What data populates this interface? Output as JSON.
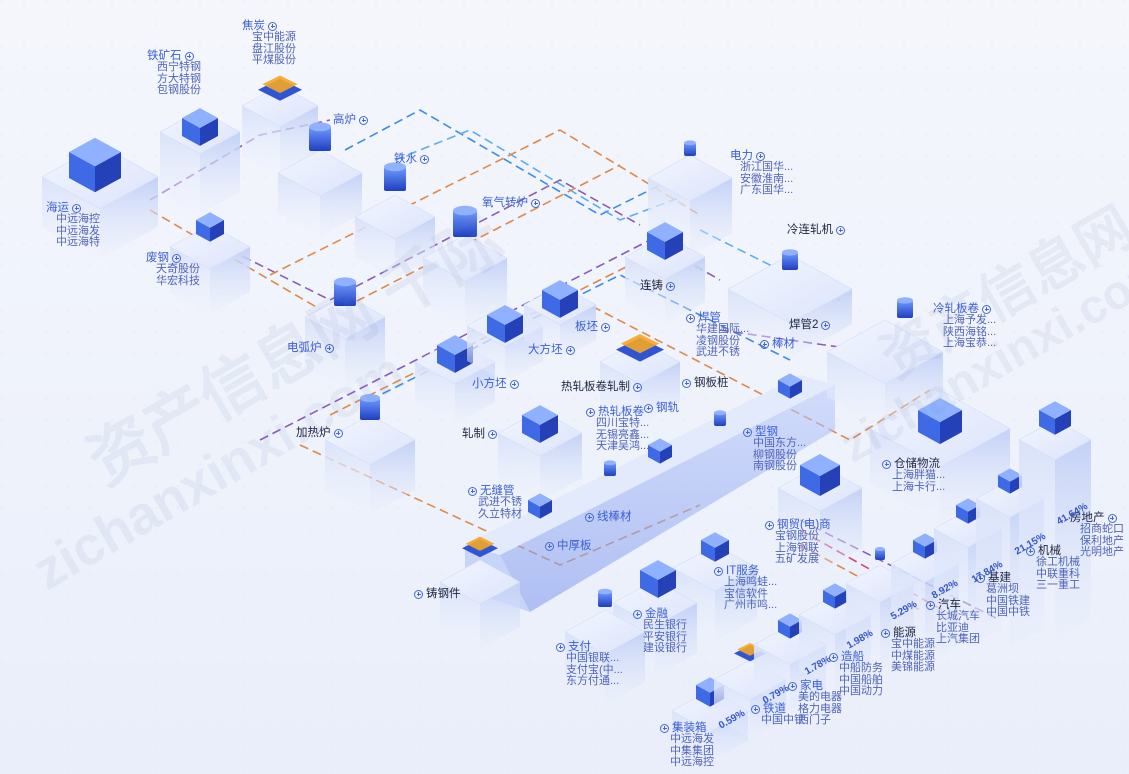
{
  "colors": {
    "background": "#eef2fb",
    "block_top": "#e7ecfb",
    "block_side": "#c9d6f7",
    "accent_blue": "#2f55d4",
    "line_orange": "#e0884a",
    "line_purple": "#8a5bb8",
    "line_blue": "#3d8be8",
    "label_text": "#2a3f8f"
  },
  "watermark": [
    "资产信息网 千际",
    "zichanxinxi.com",
    "资产信息网 千",
    "zichanxinxi.com"
  ],
  "nodes": [
    {
      "id": "haiyun",
      "title": "海运",
      "companies": [
        "中远海控",
        "中远海发",
        "中远海特"
      ]
    },
    {
      "id": "tiekuangshi",
      "title": "铁矿石",
      "companies": [
        "西宁特钢",
        "方大特钢",
        "包钢股份"
      ]
    },
    {
      "id": "jiaotan",
      "title": "焦炭",
      "companies": [
        "宝中能源",
        "盘江股份",
        "平煤股份"
      ]
    },
    {
      "id": "gaolu",
      "title": "高炉",
      "companies": []
    },
    {
      "id": "tieshui",
      "title": "铁水",
      "companies": []
    },
    {
      "id": "yangqi",
      "title": "氧气转炉",
      "companies": []
    },
    {
      "id": "feigang",
      "title": "废钢",
      "companies": [
        "天奇股份",
        "华宏科技"
      ]
    },
    {
      "id": "dianli",
      "title": "电力",
      "companies": [
        "浙江国华...",
        "安徽淮南...",
        "广东国华..."
      ]
    },
    {
      "id": "lianzhu",
      "title": "连铸",
      "companies": []
    },
    {
      "id": "lengliangzhaji",
      "title": "冷连轧机",
      "companies": []
    },
    {
      "id": "dianhulu",
      "title": "电弧炉",
      "companies": []
    },
    {
      "id": "banpi",
      "title": "板坯",
      "companies": []
    },
    {
      "id": "dafangpi",
      "title": "大方坯",
      "companies": []
    },
    {
      "id": "xiaofangpi",
      "title": "小方坯",
      "companies": []
    },
    {
      "id": "hanguan",
      "title": "焊管",
      "companies": [
        "华建国际...",
        "凌钢股份",
        "武进不锈"
      ]
    },
    {
      "id": "hanguan2",
      "title": "焊管2",
      "companies": []
    },
    {
      "id": "bangcai",
      "title": "棒材",
      "companies": []
    },
    {
      "id": "lengzhabanjuan",
      "title": "冷轧板卷",
      "companies": [
        "上海予发...",
        "陕西海铭...",
        "上海宝恭..."
      ]
    },
    {
      "id": "rezhabanjuan_zhazhi",
      "title": "热轧板卷轧制",
      "companies": []
    },
    {
      "id": "gangbanzhuang",
      "title": "钢板桩",
      "companies": []
    },
    {
      "id": "jiarelu",
      "title": "加热炉",
      "companies": []
    },
    {
      "id": "zhazhi",
      "title": "轧制",
      "companies": []
    },
    {
      "id": "rezhabanjuan",
      "title": "热轧板卷",
      "companies": [
        "四川宝特...",
        "无锡亮鑫...",
        "天津吴鸿..."
      ]
    },
    {
      "id": "gangui",
      "title": "钢轨",
      "companies": []
    },
    {
      "id": "xinggang",
      "title": "型钢",
      "companies": [
        "中国东方...",
        "柳钢股份",
        "南钢股份"
      ]
    },
    {
      "id": "cangchu",
      "title": "仓储物流",
      "companies": [
        "上海胖猫...",
        "上海卡行..."
      ]
    },
    {
      "id": "wufengguan",
      "title": "无缝管",
      "companies": [
        "武进不锈",
        "久立特材"
      ]
    },
    {
      "id": "xianbang",
      "title": "线棒材",
      "companies": []
    },
    {
      "id": "zhonghouban",
      "title": "中厚板",
      "companies": []
    },
    {
      "id": "gangmao",
      "title": "钢贸(电)商",
      "companies": [
        "宝钢股份",
        "上海钢联",
        "五矿发展"
      ]
    },
    {
      "id": "zhugangjian",
      "title": "铸钢件",
      "companies": []
    },
    {
      "id": "itfuwu",
      "title": "IT服务",
      "companies": [
        "上海鸣蛙...",
        "宝信软件",
        "广州市鸣..."
      ]
    },
    {
      "id": "jinrong",
      "title": "金融",
      "companies": [
        "民生银行",
        "平安银行",
        "建设银行"
      ]
    },
    {
      "id": "zhifu",
      "title": "支付",
      "companies": [
        "中国银联...",
        "支付宝(中...",
        "东方付通..."
      ]
    },
    {
      "id": "nengyuan",
      "title": "能源",
      "companies": [
        "宝中能源",
        "中煤能源",
        "美锦能源"
      ]
    },
    {
      "id": "qiche",
      "title": "汽车",
      "companies": [
        "长城汽车",
        "比亚迪",
        "上汽集团"
      ]
    },
    {
      "id": "jijian",
      "title": "基建",
      "companies": [
        "葛洲坝",
        "中国铁建",
        "中国中铁"
      ]
    },
    {
      "id": "jixie",
      "title": "机械",
      "companies": [
        "徐工机械",
        "中联重科",
        "三一重工"
      ]
    },
    {
      "id": "fangdichan",
      "title": "房地产",
      "companies": [
        "招商蛇口",
        "保利地产",
        "光明地产"
      ]
    },
    {
      "id": "zaochuan",
      "title": "造船",
      "companies": [
        "中船防务",
        "中国船舶",
        "中国动力"
      ]
    },
    {
      "id": "jiadian",
      "title": "家电",
      "companies": [
        "美的电器",
        "格力电器",
        "西门子"
      ]
    },
    {
      "id": "tiedao",
      "title": "铁道",
      "companies": [
        "中国中铁"
      ]
    },
    {
      "id": "jizhuangxiang",
      "title": "集装箱",
      "companies": [
        "中远海发",
        "中集集团",
        "中远海控"
      ]
    }
  ],
  "percentages": [
    {
      "id": "jizhuangxiang",
      "value": "0.59%"
    },
    {
      "id": "tiedao",
      "value": "0.79%"
    },
    {
      "id": "jiadian",
      "value": "1.78%"
    },
    {
      "id": "zaochuan",
      "value": "1.98%"
    },
    {
      "id": "nengyuan",
      "value": "5.29%"
    },
    {
      "id": "qiche",
      "value": "8.92%"
    },
    {
      "id": "jijian",
      "value": "17.84%"
    },
    {
      "id": "jixie",
      "value": "21.15%"
    },
    {
      "id": "fangdichan",
      "value": "41.64%"
    }
  ],
  "icons": [
    "cargo-ship-icon",
    "ore-cubes-icon",
    "coal-pile-icon",
    "blast-furnace-icon",
    "molten-iron-icon",
    "oxygen-converter-icon",
    "scrap-steel-icon",
    "wind-turbine-icon",
    "casting-machine-icon",
    "rolling-mill-icon",
    "arc-furnace-icon",
    "slab-icon",
    "bloom-icon",
    "billet-icon",
    "chip-icon",
    "pipe-icon",
    "heating-furnace-icon",
    "bank-icon",
    "laptop-icon",
    "payment-icon",
    "truck-icon",
    "office-building-icon",
    "excavator-icon",
    "car-icon",
    "train-icon",
    "container-icon"
  ]
}
